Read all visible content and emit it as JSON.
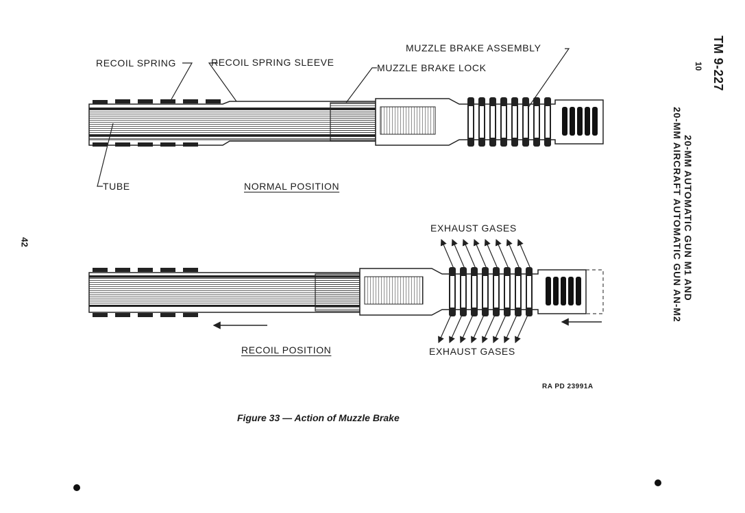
{
  "header": {
    "tm_number": "TM 9-227",
    "tm_sub": "10",
    "title_line1": "20-MM AUTOMATIC GUN M1 AND",
    "title_line2": "20-MM AIRCRAFT AUTOMATIC GUN AN-M2"
  },
  "page_number": "42",
  "diagram": {
    "labels": {
      "recoil_spring": "RECOIL SPRING",
      "recoil_spring_sleeve": "RECOIL SPRING SLEEVE",
      "muzzle_brake_assembly": "MUZZLE BRAKE ASSEMBLY",
      "muzzle_brake_lock": "MUZZLE BRAKE LOCK",
      "tube": "TUBE",
      "normal_position": "NORMAL POSITION",
      "exhaust_gases_top": "EXHAUST GASES",
      "recoil_position": "RECOIL POSITION",
      "exhaust_gases_bottom": "EXHAUST GASES"
    }
  },
  "figure": {
    "ref": "RA PD 23991A",
    "caption": "Figure 33 — Action of Muzzle Brake"
  }
}
